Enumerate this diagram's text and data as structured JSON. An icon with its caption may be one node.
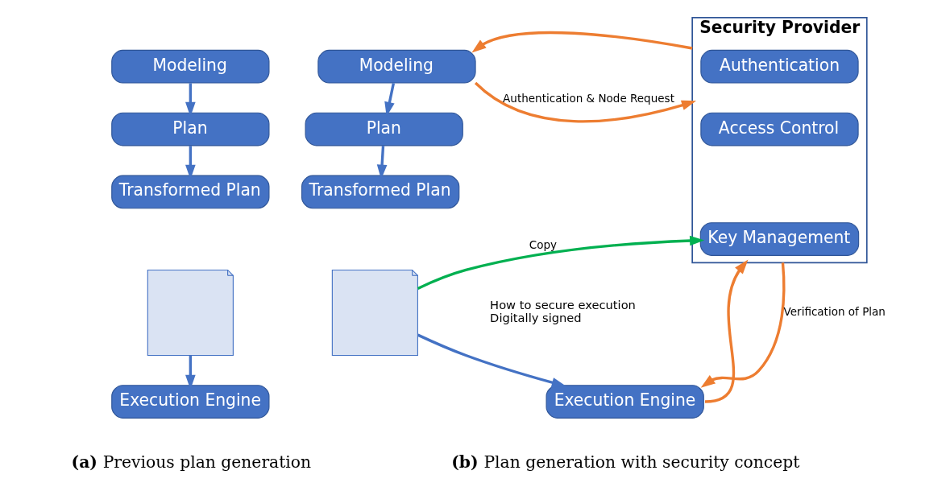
{
  "diagram": {
    "nodes": [
      {
        "text": [
          "Modeling"
        ]
      },
      {
        "text": [
          "Plan"
        ]
      },
      {
        "text": [
          "Transformed Plan"
        ]
      },
      {
        "text": [],
        "shape": "document"
      },
      {
        "text": [
          "Execution Engine"
        ]
      },
      {
        "text": [
          "Modeling"
        ]
      },
      {
        "text": [
          "Plan"
        ]
      },
      {
        "text": [
          "Transformed Plan"
        ]
      },
      {
        "text": [],
        "shape": "document",
        "beside": [
          "How to secure execution",
          "Digitally signed"
        ]
      },
      {
        "text": [
          "Execution Engine"
        ]
      },
      {
        "text": [
          "Security Provider"
        ]
      },
      {
        "text": [
          "Authentication"
        ],
        "in": 10
      },
      {
        "text": [
          "Access Control"
        ],
        "in": 10
      },
      {
        "text": [
          "Key Management"
        ],
        "in": 10
      }
    ],
    "edges": [
      {
        "from": 0,
        "to": 1,
        "arrow": "to"
      },
      {
        "from": 1,
        "to": 2,
        "arrow": "to"
      },
      {
        "from": 3,
        "to": 4,
        "arrow": "to"
      },
      {
        "from": 5,
        "to": 6,
        "arrow": "to"
      },
      {
        "from": 5,
        "to": 10,
        "arrow": "to",
        "label": "Authentication & Node Request",
        "color": "#ed7d31"
      },
      {
        "from": 6,
        "to": 7,
        "arrow": "to"
      },
      {
        "from": 8,
        "to": 9,
        "arrow": "to"
      },
      {
        "from": 8,
        "to": 13,
        "arrow": "to",
        "label": "Copy",
        "color": "#00b050"
      },
      {
        "from": 9,
        "to": 10,
        "arrow": "to",
        "color": "#ed7d31"
      },
      {
        "from": 10,
        "to": 5,
        "arrow": "to",
        "color": "#ed7d31"
      },
      {
        "from": 10,
        "to": 9,
        "arrow": "to",
        "label": "Verification of Plan",
        "color": "#ed7d31"
      }
    ],
    "labels": [
      "**(a)** Previous plan generation",
      "**(b)** Plan generation with security concept"
    ]
  }
}
